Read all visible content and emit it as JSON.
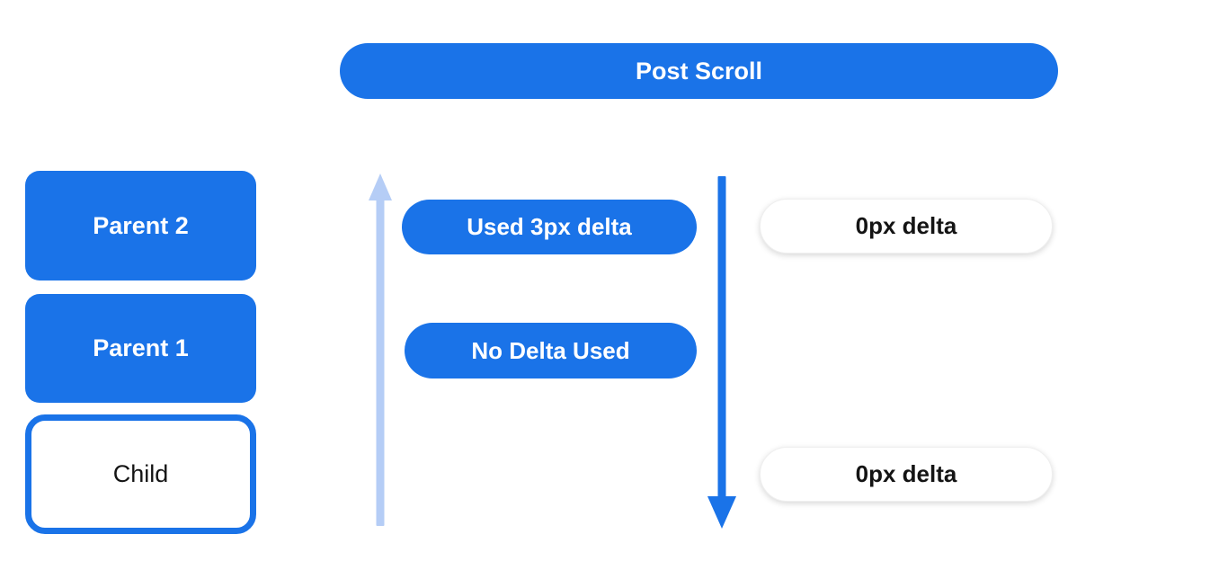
{
  "header": {
    "label": "Post Scroll"
  },
  "stack": {
    "items": [
      {
        "label": "Parent 2",
        "style": "filled"
      },
      {
        "label": "Parent 1",
        "style": "filled"
      },
      {
        "label": "Child",
        "style": "outlined"
      }
    ]
  },
  "pills": {
    "used": {
      "label": "Used 3px delta"
    },
    "no_delta": {
      "label": "No Delta Used"
    },
    "zero_top": {
      "label": "0px delta"
    },
    "zero_bottom": {
      "label": "0px delta"
    }
  },
  "icons": {
    "up_arrow": "arrow-up-icon",
    "down_arrow": "arrow-down-icon"
  },
  "colors": {
    "primary_blue": "#1a73e8",
    "light_blue": "#b5cdf6",
    "text_dark": "#141414",
    "white_pill_border": "#efefef"
  }
}
